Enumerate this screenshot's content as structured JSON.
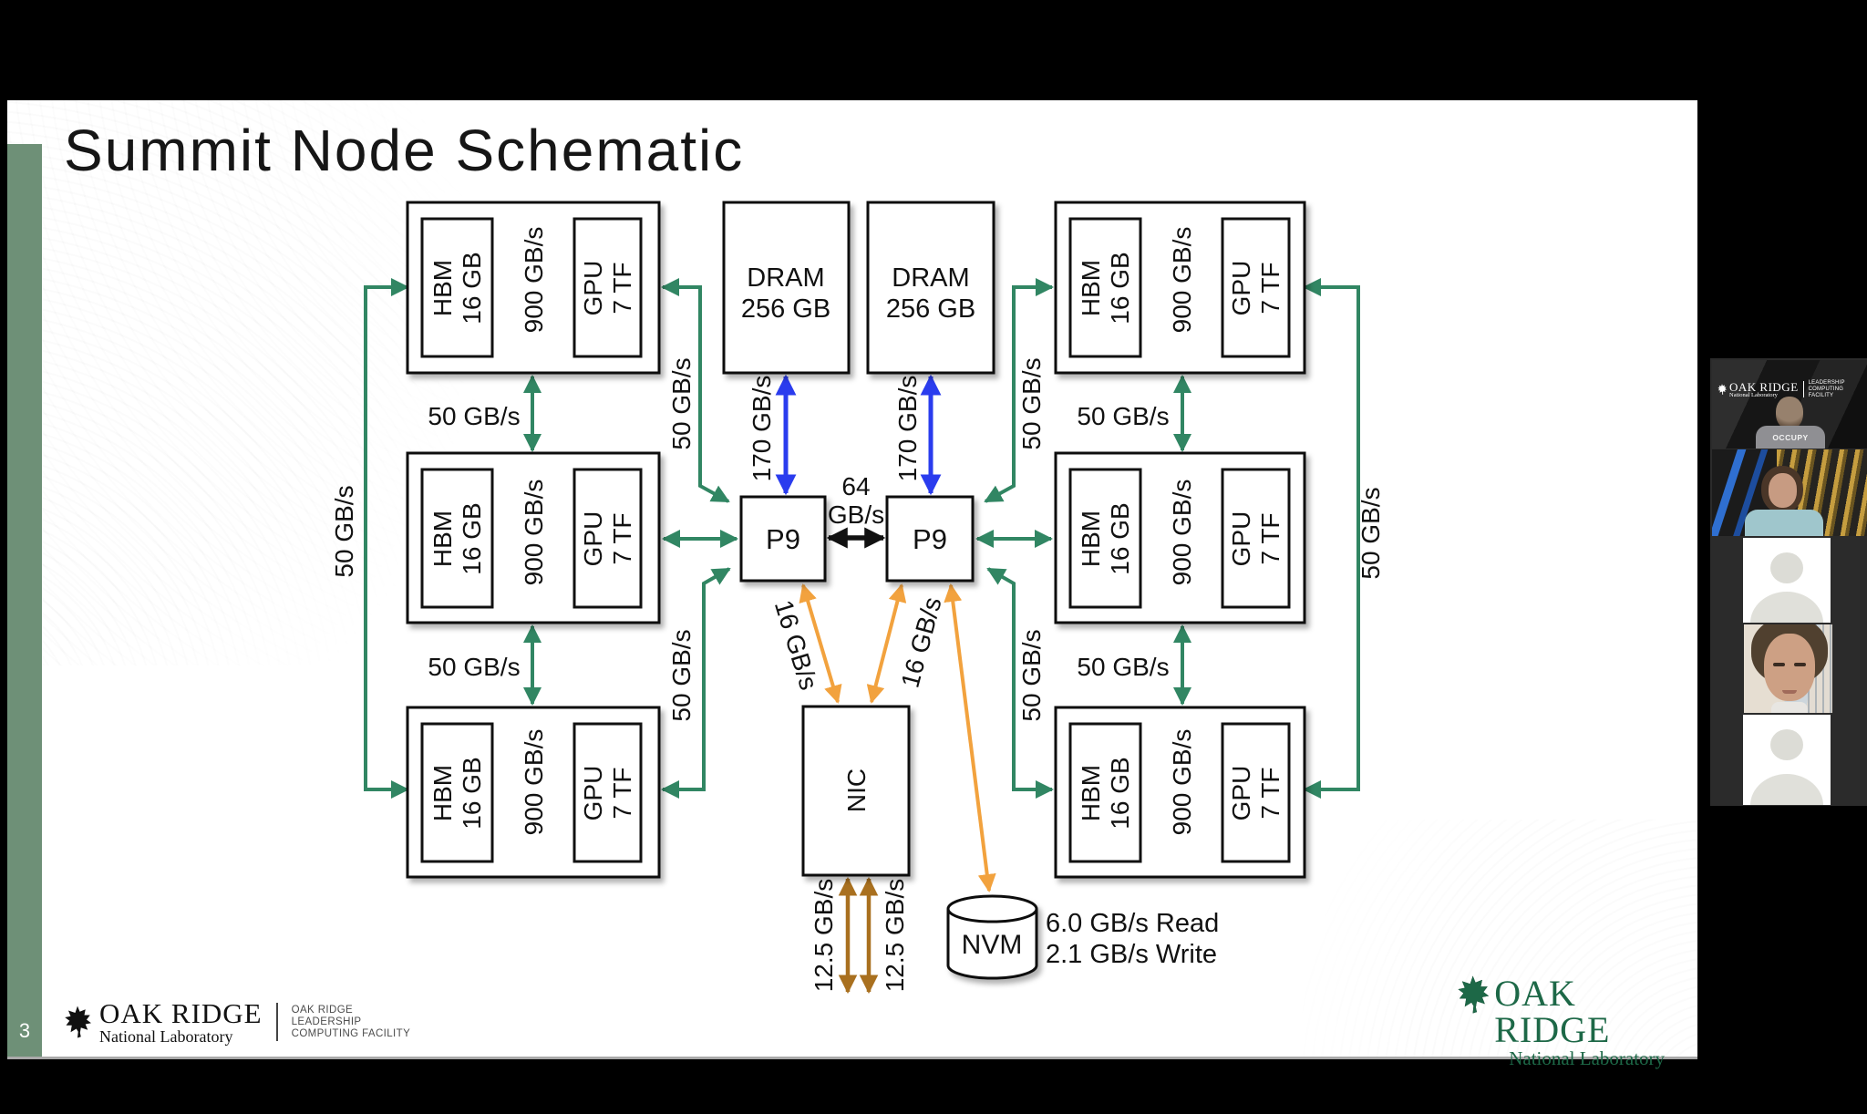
{
  "slide": {
    "page_number": "3",
    "title": "Summit Node Schematic",
    "diagram": {
      "blocks": {
        "hbm_line1": "HBM",
        "hbm_line2": "16 GB",
        "gpu_line1": "GPU",
        "gpu_line2": "7 TF",
        "dram_line1": "DRAM",
        "dram_line2": "256 GB",
        "cpu": "P9",
        "nic": "NIC",
        "nvm": "NVM"
      },
      "bandwidth": {
        "hbm_gpu": "900 GB/s",
        "link50": "50 GB/s",
        "dram": "170 GB/s",
        "cpu_link_line1": "64",
        "cpu_link_line2": "GB/s",
        "pcie": "16 GB/s",
        "nic": "12.5 GB/s",
        "nvm_read": "6.0 GB/s Read",
        "nvm_write": "2.1 GB/s Write"
      },
      "colors": {
        "green_link": "#318663",
        "blue_link": "#2a3cee",
        "orange_link": "#f2a23e",
        "brown_link": "#a9701f",
        "black_link": "#111111",
        "accent_bar": "#6e9077",
        "logo_green": "#1d6847"
      }
    },
    "footer_left": {
      "org": "OAK RIDGE",
      "sub": "National Laboratory",
      "facility_line1": "OAK RIDGE",
      "facility_line2": "LEADERSHIP",
      "facility_line3": "COMPUTING FACILITY"
    },
    "footer_right": {
      "org": "OAK RIDGE",
      "sub": "National Laboratory"
    }
  },
  "sidebar": {
    "participant1": {
      "logo_org": "OAK RIDGE",
      "logo_sub": "National Laboratory",
      "logo_right1": "LEADERSHIP",
      "logo_right2": "COMPUTING",
      "logo_right3": "FACILITY",
      "shirt_text": "OCCUPY"
    }
  }
}
